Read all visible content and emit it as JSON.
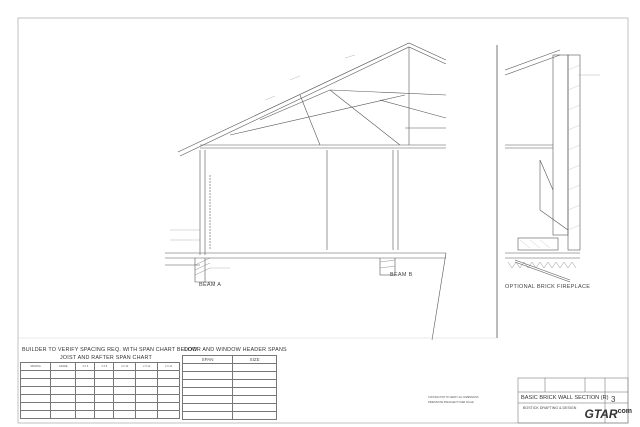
{
  "drawing": {
    "titles": {
      "beam_a": "BEAM A",
      "beam_b": "BEAM B",
      "fireplace": "OPTIONAL BRICK FIREPLACE"
    },
    "section_title": "BASIC BRICK WALL SECTION (R)"
  },
  "span_table": {
    "caption": "BUILDER TO VERIFY SPACING REQ. WITH SPAN CHART BELOW",
    "subtitle": "JOIST AND RAFTER SPAN CHART",
    "column_headers": [
      "SPACING",
      "GRADE",
      "2 X 6",
      "2 X 8",
      "2 X 10",
      "2 X 12",
      "2 X 14"
    ]
  },
  "header_table": {
    "caption": "DOOR AND WINDOW HEADER SPANS",
    "column_headers": [
      "SPAN",
      "SIZE"
    ]
  },
  "title_block": {
    "contractor_note": "CONTRACTOR TO VERIFY ALL DIMENSIONS",
    "dimension_note": "DIMENSIONS PREVALENT OVER SCALE",
    "company": "BOSTICK DRAFTING & DESIGN",
    "sheet_number": "3"
  },
  "watermark": {
    "brand": "GTAR",
    "suffix": "com"
  }
}
